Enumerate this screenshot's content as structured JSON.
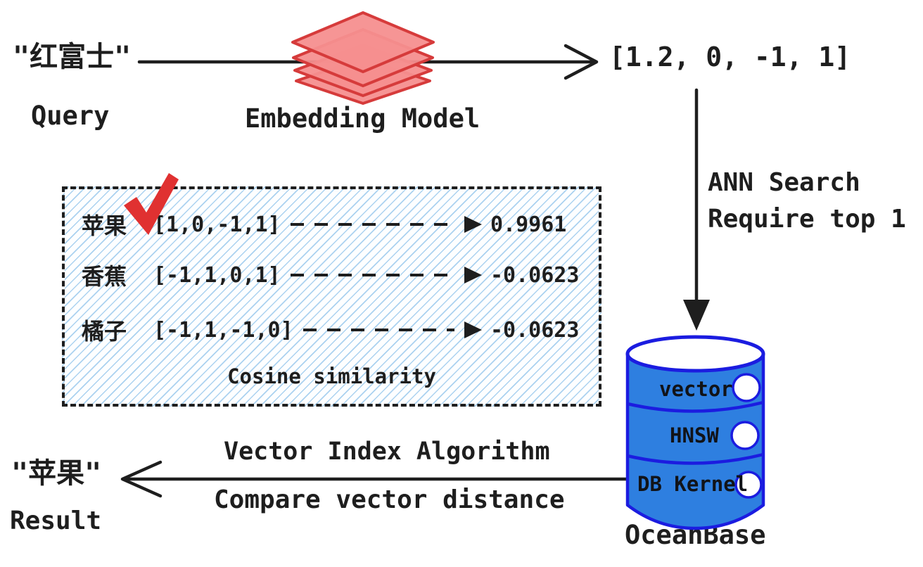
{
  "colors": {
    "ink": "#1e1e1e",
    "red_stroke": "#d63b3b",
    "red_fill": "#f58f8f",
    "check_red": "#e03131",
    "blue_stroke": "#1b1ce0",
    "blue_fill": "#2e7fe0",
    "hatch_blue": "#80bae8"
  },
  "query": {
    "text": "\"红富士\"",
    "label": "Query"
  },
  "embedding": {
    "label": "Embedding Model",
    "icon": "stacked-layers-icon"
  },
  "vector_text": "[1.2, 0, -1, 1]",
  "ann": {
    "line1": "ANN Search",
    "line2": "Require top 1"
  },
  "similarity_box": {
    "rows": [
      {
        "name": "苹果",
        "vector": "[1,0,-1,1]",
        "value": "0.9961",
        "checked": true
      },
      {
        "name": "香蕉",
        "vector": "[-1,1,0,1]",
        "value": "-0.0623",
        "checked": false
      },
      {
        "name": "橘子",
        "vector": "[-1,1,-1,0]",
        "value": "-0.0623",
        "checked": false
      }
    ],
    "caption": "Cosine similarity"
  },
  "database": {
    "layers": [
      "vector",
      "HNSW",
      "DB Kernel"
    ],
    "label": "OceanBase"
  },
  "result_arrow": {
    "top_label": "Vector Index Algorithm",
    "bottom_label": "Compare vector distance"
  },
  "result": {
    "text": "\"苹果\"",
    "label": "Result"
  }
}
